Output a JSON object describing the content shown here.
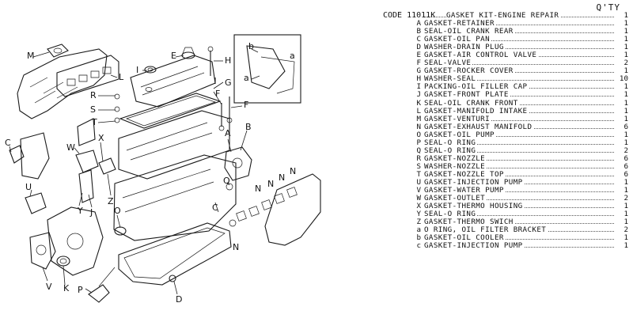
{
  "list": {
    "qty_header": "Q'TY",
    "header_code_prefix": "CODE",
    "rows": [
      {
        "code": "CODE 11011K",
        "desc": "GASKET KIT-ENGINE REPAIR",
        "qty": "1"
      },
      {
        "code": "A",
        "desc": "GASKET-RETAINER",
        "qty": "1"
      },
      {
        "code": "B",
        "desc": "SEAL-OIL CRANK REAR",
        "qty": "1"
      },
      {
        "code": "C",
        "desc": "GASKET-OIL PAN",
        "qty": "1"
      },
      {
        "code": "D",
        "desc": "WASHER-DRAIN PLUG",
        "qty": "1"
      },
      {
        "code": "E",
        "desc": "GASKET-AIR CONTROL VALVE",
        "qty": "1"
      },
      {
        "code": "F",
        "desc": "SEAL-VALVE",
        "qty": "2"
      },
      {
        "code": "G",
        "desc": "GASKET-ROCKER COVER",
        "qty": "1"
      },
      {
        "code": "H",
        "desc": "WASHER-SEAL",
        "qty": "10"
      },
      {
        "code": "I",
        "desc": "PACKING-OIL FILLER CAP",
        "qty": "1"
      },
      {
        "code": "J",
        "desc": "GASKET-FRONT PLATE",
        "qty": "1"
      },
      {
        "code": "K",
        "desc": "SEAL-OIL CRANK FRONT",
        "qty": "1"
      },
      {
        "code": "L",
        "desc": "GASKET-MANIFOLD INTAKE",
        "qty": "1"
      },
      {
        "code": "M",
        "desc": "GASKET-VENTURI",
        "qty": "1"
      },
      {
        "code": "N",
        "desc": "GASKET-EXHAUST MANIFOLD",
        "qty": "6"
      },
      {
        "code": "O",
        "desc": "GASKET-OIL PUMP",
        "qty": "1"
      },
      {
        "code": "P",
        "desc": "SEAL-O RING",
        "qty": "1"
      },
      {
        "code": "Q",
        "desc": "SEAL-O RING",
        "qty": "2"
      },
      {
        "code": "R",
        "desc": "GASKET-NOZZLE",
        "qty": "6"
      },
      {
        "code": "S",
        "desc": "WASHER-NOZZLE",
        "qty": "6"
      },
      {
        "code": "T",
        "desc": "GASKET-NOZZLE TOP",
        "qty": "6"
      },
      {
        "code": "U",
        "desc": "GASKET-INJECTION PUMP",
        "qty": "1"
      },
      {
        "code": "V",
        "desc": "GASKET-WATER PUMP",
        "qty": "1"
      },
      {
        "code": "W",
        "desc": "GASKET-OUTLET",
        "qty": "2"
      },
      {
        "code": "X",
        "desc": "GASKET-THERMO HOUSING",
        "qty": "1"
      },
      {
        "code": "Y",
        "desc": "SEAL-O RING",
        "qty": "1"
      },
      {
        "code": "Z",
        "desc": "GASKET-THERMO SWICH",
        "qty": "1"
      },
      {
        "code": "a",
        "desc": "O RING, OIL FILTER BRACKET",
        "qty": "2"
      },
      {
        "code": "b",
        "desc": "GASKET-OIL COOLER",
        "qty": "1"
      },
      {
        "code": "c",
        "desc": "GASKET-INJECTION PUMP",
        "qty": "1"
      }
    ]
  },
  "diagram": {
    "callouts": [
      "M",
      "E",
      "H",
      "I",
      "L",
      "R",
      "S",
      "T",
      "G",
      "F",
      "F",
      "B",
      "C",
      "W",
      "X",
      "U",
      "Y",
      "J",
      "Z",
      "A",
      "O",
      "Q",
      "N",
      "N",
      "N",
      "N",
      "N",
      "C",
      "V",
      "K",
      "P",
      "D",
      "b",
      "a",
      "a"
    ]
  }
}
